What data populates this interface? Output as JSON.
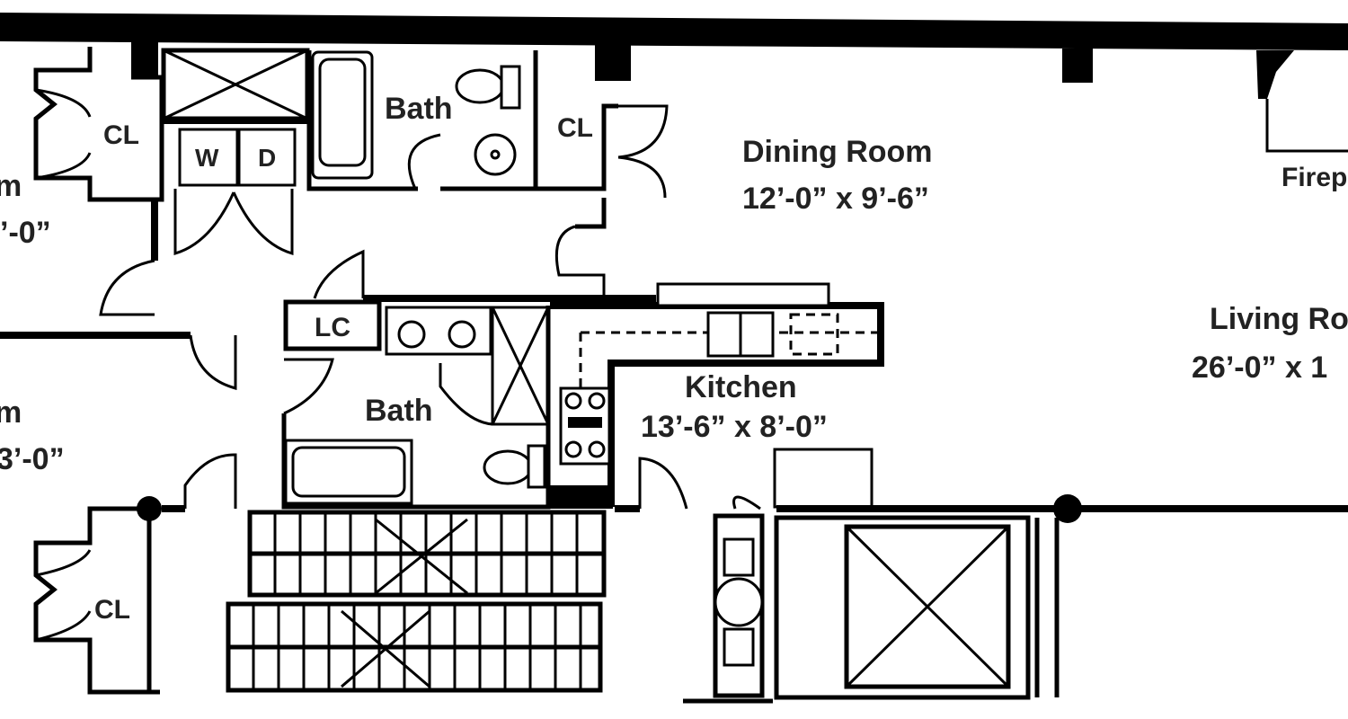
{
  "plan": {
    "rooms": {
      "bedroom_upper_partial": {
        "name": "m",
        "dims": "’-0”"
      },
      "bedroom_lower_partial": {
        "name": "m",
        "dims": "3’-0”"
      },
      "dining": {
        "name": "Dining Room",
        "dims": "12’-0” x 9’-6”"
      },
      "living": {
        "name": "Living Ro",
        "dims": "26’-0” x 1"
      },
      "kitchen": {
        "name": "Kitchen",
        "dims": "13’-6” x 8’-0”"
      }
    },
    "labels": {
      "closet_left_upper": "CL",
      "closet_center": "CL",
      "closet_left_lower": "CL",
      "linen_closet": "LC",
      "bath_upper": "Bath",
      "bath_lower": "Bath",
      "washer": "W",
      "dryer": "D",
      "fireplace": "Firepla"
    }
  }
}
